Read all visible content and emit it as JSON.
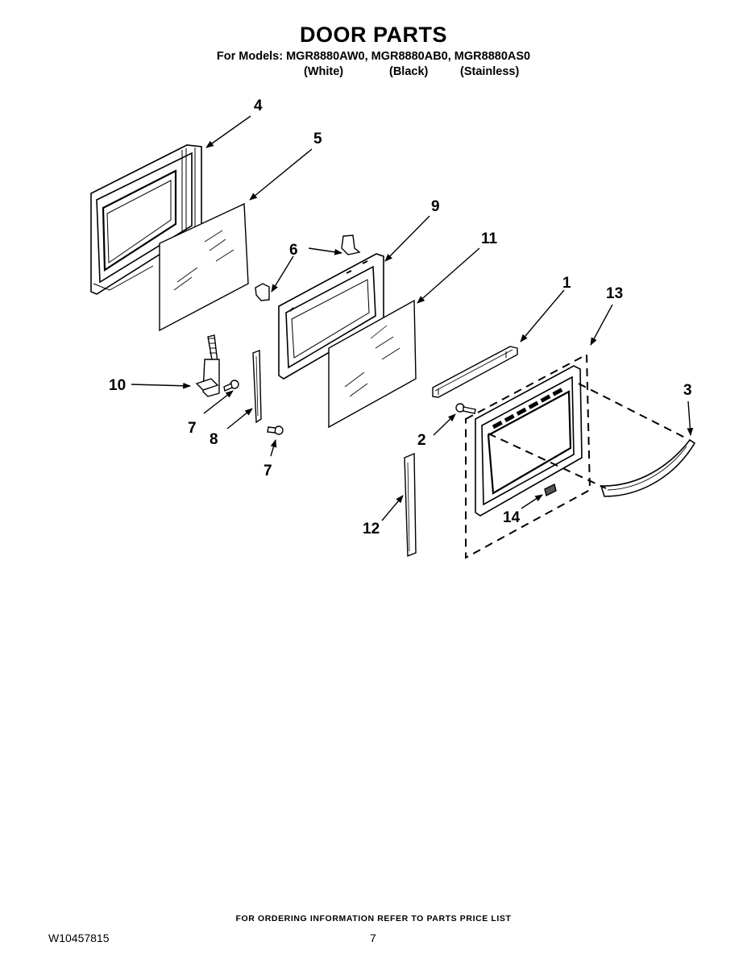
{
  "header": {
    "title": "DOOR PARTS",
    "models_line": "For Models: MGR8880AW0, MGR8880AB0, MGR8880AS0",
    "finishes": [
      "(White)",
      "(Black)",
      "(Stainless)"
    ]
  },
  "callouts": {
    "c1": "1",
    "c2": "2",
    "c3": "3",
    "c4": "4",
    "c5": "5",
    "c6": "6",
    "c7a": "7",
    "c7b": "7",
    "c8": "8",
    "c9": "9",
    "c10": "10",
    "c11": "11",
    "c12": "12",
    "c13": "13",
    "c14": "14"
  },
  "footer": {
    "ordering_note": "FOR ORDERING INFORMATION REFER TO PARTS PRICE LIST",
    "document_number": "W10457815",
    "page_number": "7"
  }
}
